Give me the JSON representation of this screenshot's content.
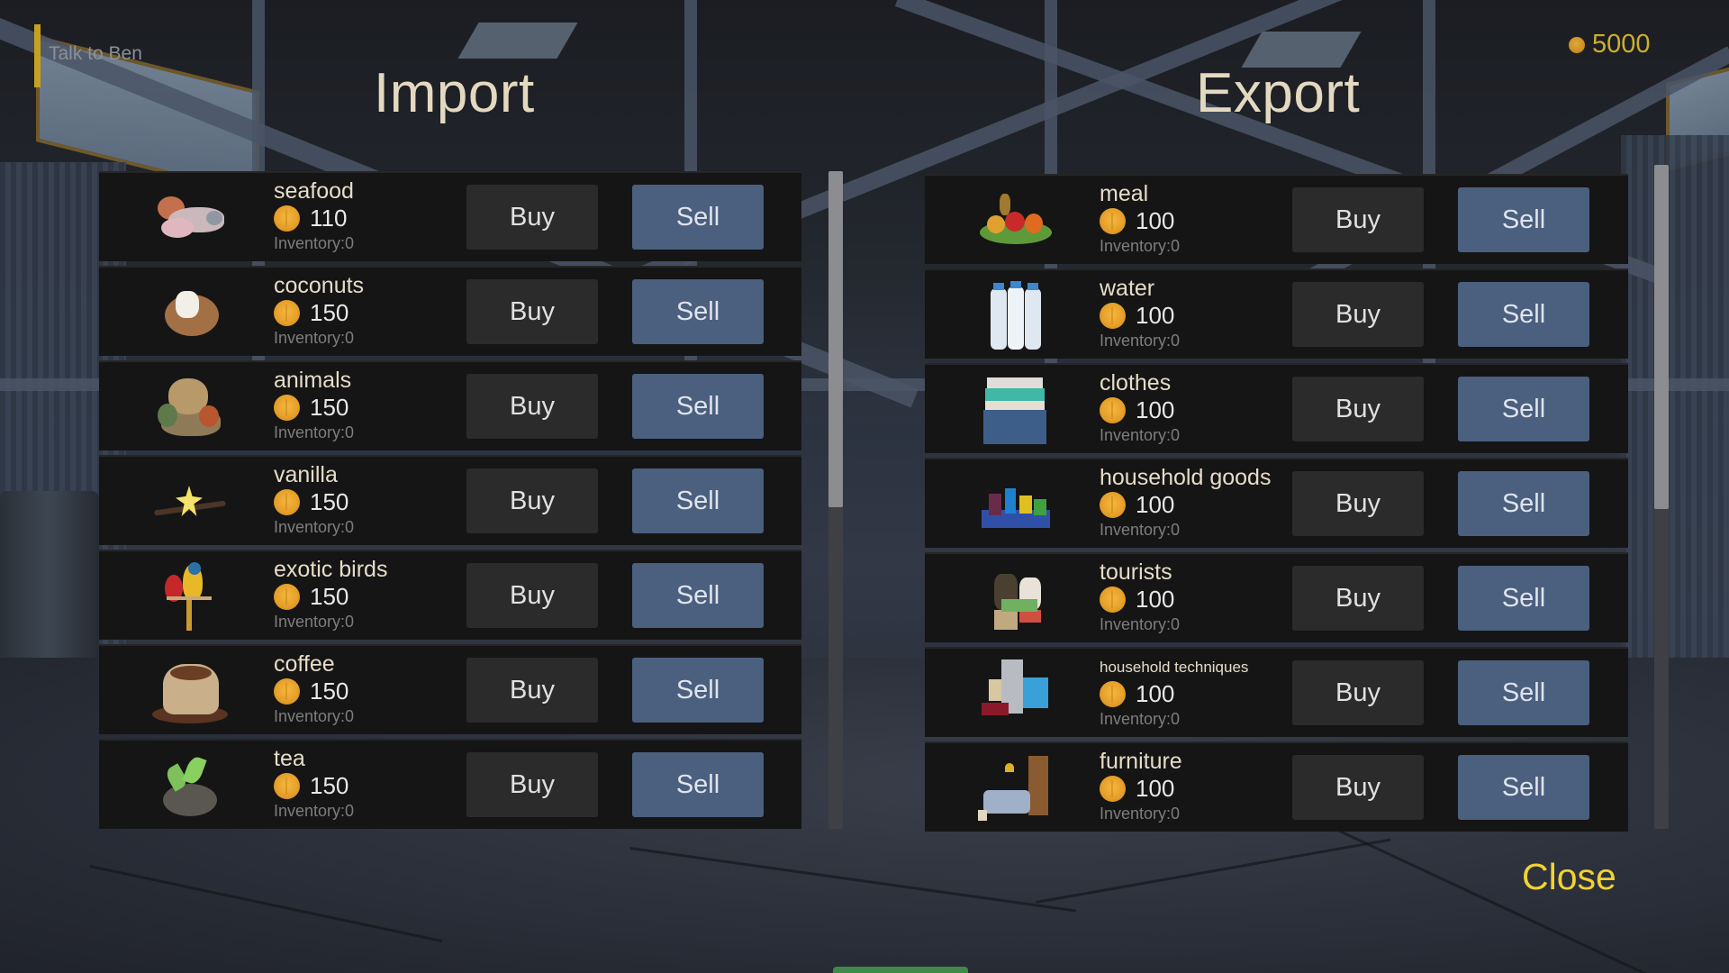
{
  "hud": {
    "quest": "Talk to Ben",
    "wallet_amount": "5000",
    "wallet_icon": "coin-icon"
  },
  "titles": {
    "import": "Import",
    "export": "Export"
  },
  "labels": {
    "buy": "Buy",
    "sell": "Sell",
    "close": "Close"
  },
  "colors": {
    "buy_button": "#2c2b2c",
    "sell_button": "#4b5f7f",
    "close_text": "#f1d232",
    "wallet_text": "#cfae2c",
    "title_text": "#e4d9c0",
    "quest_bar": "#c7a020"
  },
  "import_items": [
    {
      "name": "seafood",
      "price": "110",
      "inventory": "Inventory:0",
      "icon": "seafood-icon"
    },
    {
      "name": "coconuts",
      "price": "150",
      "inventory": "Inventory:0",
      "icon": "coconut-icon"
    },
    {
      "name": "animals",
      "price": "150",
      "inventory": "Inventory:0",
      "icon": "animals-icon"
    },
    {
      "name": "vanilla",
      "price": "150",
      "inventory": "Inventory:0",
      "icon": "vanilla-flower-icon"
    },
    {
      "name": "exotic birds",
      "price": "150",
      "inventory": "Inventory:0",
      "icon": "parrot-icon"
    },
    {
      "name": "coffee",
      "price": "150",
      "inventory": "Inventory:0",
      "icon": "coffee-bag-icon"
    },
    {
      "name": "tea",
      "price": "150",
      "inventory": "Inventory:0",
      "icon": "tea-leaves-icon"
    }
  ],
  "export_items": [
    {
      "name": "meal",
      "price": "100",
      "inventory": "Inventory:0",
      "icon": "fruits-vegetables-icon"
    },
    {
      "name": "water",
      "price": "100",
      "inventory": "Inventory:0",
      "icon": "water-bottles-icon"
    },
    {
      "name": "clothes",
      "price": "100",
      "inventory": "Inventory:0",
      "icon": "clothes-stack-icon"
    },
    {
      "name": "household goods",
      "price": "100",
      "inventory": "Inventory:0",
      "icon": "household-goods-icon"
    },
    {
      "name": "tourists",
      "price": "100",
      "inventory": "Inventory:0",
      "icon": "tourists-icon"
    },
    {
      "name": "household techniques",
      "price": "100",
      "inventory": "Inventory:0",
      "icon": "appliances-icon"
    },
    {
      "name": "furniture",
      "price": "100",
      "inventory": "Inventory:0",
      "icon": "furniture-icon"
    }
  ]
}
